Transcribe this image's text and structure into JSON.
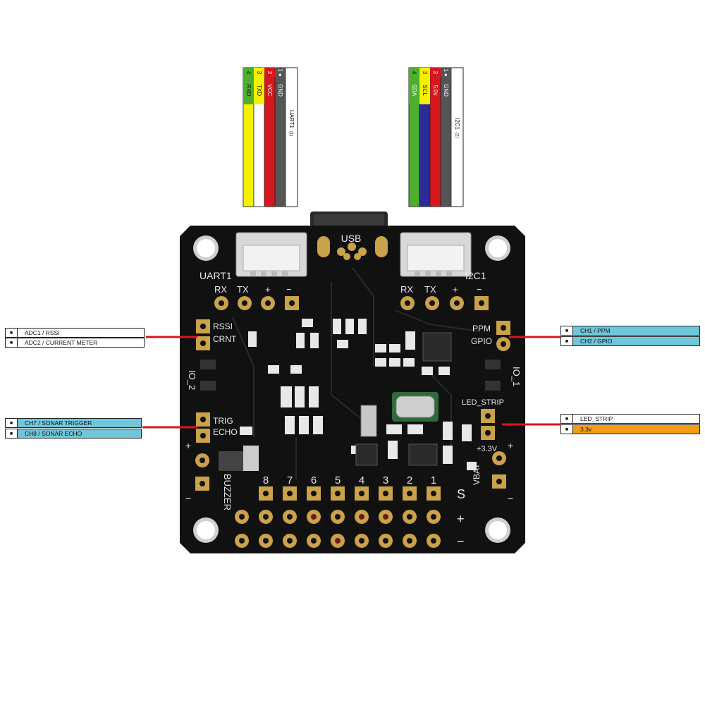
{
  "colors": {
    "board": "#111111",
    "silk": "#e8e8e8",
    "gold": "#c9a24a",
    "wire_red": "#d6181e",
    "cyan": "#6ec6d9",
    "orange": "#f39c12",
    "green": "#4caf2e",
    "yellow": "#f5f000",
    "blue": "#2b2b9a",
    "grey": "#555555"
  },
  "connectors": {
    "uart1": {
      "title": "UART1",
      "title_suffix": "(1)",
      "pins": [
        {
          "num": "4",
          "name": "RXD",
          "color": "#4caf2e",
          "wire": "#f5f000"
        },
        {
          "num": "3",
          "name": "TXD",
          "color": "#f5f000",
          "wire": "#ffffff"
        },
        {
          "num": "2",
          "name": "VCC",
          "color": "#d6181e",
          "wire": "#d6181e"
        },
        {
          "num": "1 ●",
          "name": "GND",
          "color": "#555555",
          "wire": "#555555"
        }
      ]
    },
    "i2c1": {
      "title": "I2C1",
      "title_suffix": "(2)",
      "pins": [
        {
          "num": "4",
          "name": "SDA",
          "color": "#4caf2e",
          "wire": "#4caf2e"
        },
        {
          "num": "3",
          "name": "SCL",
          "color": "#f5f000",
          "wire": "#2b2b9a"
        },
        {
          "num": "2",
          "name": "5.0v",
          "color": "#d6181e",
          "wire": "#d6181e"
        },
        {
          "num": "1 ●",
          "name": "GND",
          "color": "#555555",
          "wire": "#555555"
        }
      ]
    }
  },
  "side_labels": {
    "adc": [
      {
        "text": "ADC1 / RSSI",
        "bg": "#ffffff"
      },
      {
        "text": "ADC2 / CURRENT METER",
        "bg": "#ffffff"
      }
    ],
    "sonar": [
      {
        "text": "CH7 / SONAR TRIGGER",
        "bg": "#6ec6d9"
      },
      {
        "text": "CH8 / SONAR ECHO",
        "bg": "#6ec6d9"
      }
    ],
    "ppm": [
      {
        "text": "CH1 / PPM",
        "bg": "#6ec6d9"
      },
      {
        "text": "CH2 / GPIO",
        "bg": "#6ec6d9"
      }
    ],
    "led": [
      {
        "text": "LED_STRIP",
        "bg": "#ffffff"
      },
      {
        "text": "3.3v",
        "bg": "#f39c12"
      }
    ],
    "bullet": "■"
  },
  "board": {
    "usb": "USB",
    "uart1": "UART1",
    "i2c1": "I2C1",
    "rx": "RX",
    "tx": "TX",
    "plus": "+",
    "minus": "−",
    "rssi": "RSSI",
    "crnt": "CRNT",
    "io2": "IO_2",
    "io1": "IO_1",
    "trig": "TRIG",
    "echo": "ECHO",
    "ppm": "PPM",
    "gpio": "GPIO",
    "led_strip": "LED_STRIP",
    "v33": "+3.3V",
    "vbat": "VBAT",
    "buzzer": "BUZZER",
    "s": "S",
    "channels": [
      "8",
      "7",
      "6",
      "5",
      "4",
      "3",
      "2",
      "1"
    ]
  }
}
